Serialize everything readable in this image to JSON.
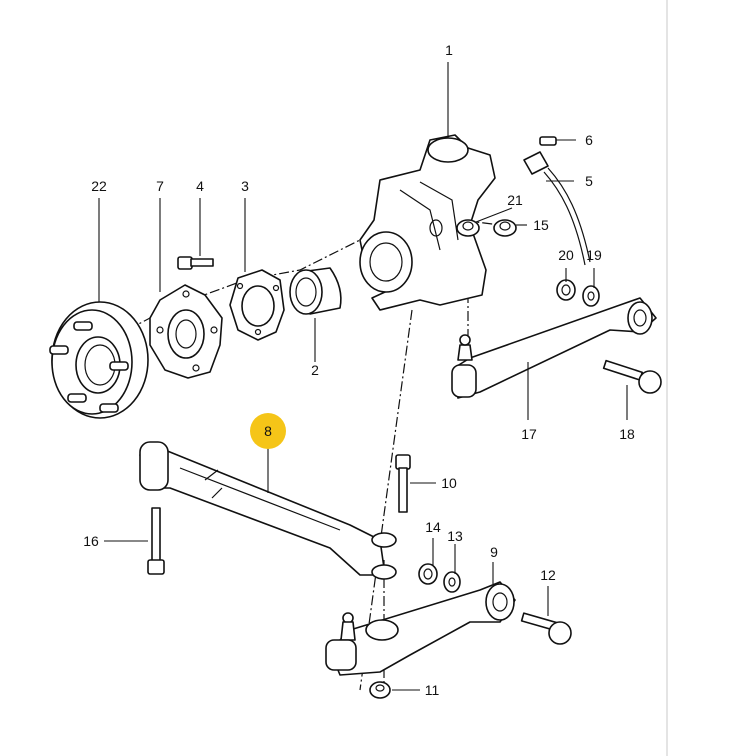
{
  "diagram": {
    "highlight_color": "#f5c518",
    "callouts": [
      {
        "id": "1",
        "label": "1"
      },
      {
        "id": "2",
        "label": "2"
      },
      {
        "id": "3",
        "label": "3"
      },
      {
        "id": "4",
        "label": "4"
      },
      {
        "id": "5",
        "label": "5"
      },
      {
        "id": "6",
        "label": "6"
      },
      {
        "id": "7",
        "label": "7"
      },
      {
        "id": "8",
        "label": "8"
      },
      {
        "id": "9",
        "label": "9"
      },
      {
        "id": "10",
        "label": "10"
      },
      {
        "id": "11",
        "label": "11"
      },
      {
        "id": "12",
        "label": "12"
      },
      {
        "id": "13",
        "label": "13"
      },
      {
        "id": "14",
        "label": "14"
      },
      {
        "id": "15",
        "label": "15"
      },
      {
        "id": "16",
        "label": "16"
      },
      {
        "id": "17",
        "label": "17"
      },
      {
        "id": "18",
        "label": "18"
      },
      {
        "id": "19",
        "label": "19"
      },
      {
        "id": "20",
        "label": "20"
      },
      {
        "id": "21",
        "label": "21"
      },
      {
        "id": "22",
        "label": "22"
      }
    ],
    "selected_callout": "8"
  }
}
